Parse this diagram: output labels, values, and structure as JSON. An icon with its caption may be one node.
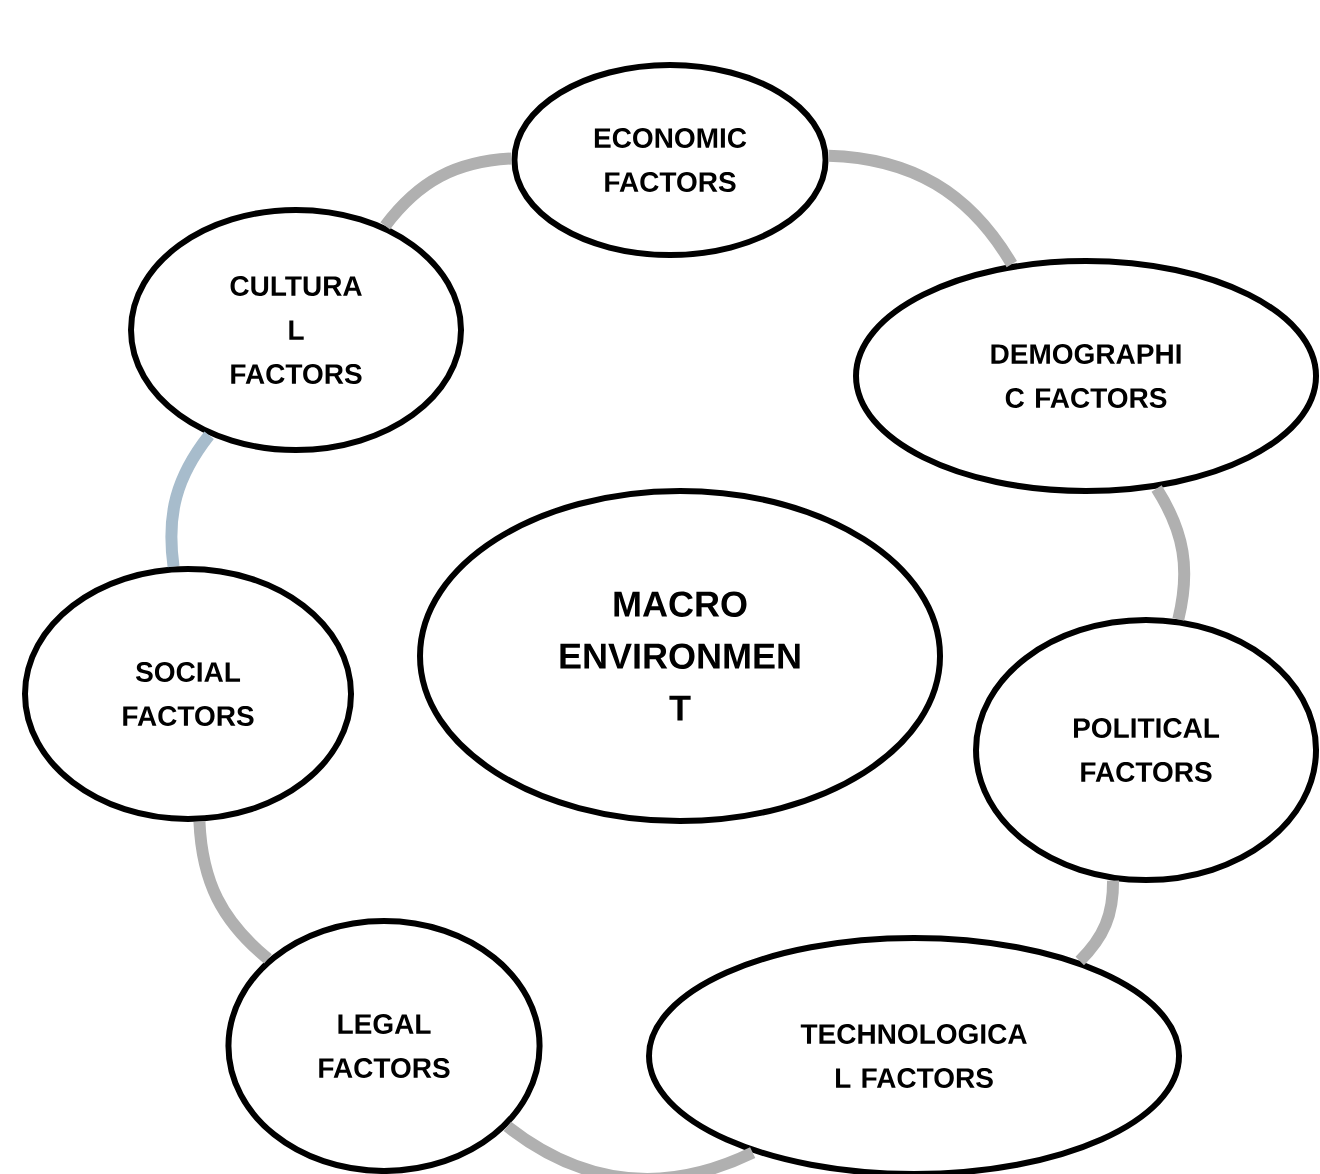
{
  "diagram": {
    "nodes": [
      {
        "text": [
          "ECONOMIC FACTORS"
        ]
      },
      {
        "text": [
          "CULTURA L FACTORS"
        ]
      },
      {
        "text": [
          "DEMOGRAPHI C FACTORS"
        ]
      },
      {
        "text": [
          "MACRO ENVIRONMEN T"
        ]
      },
      {
        "text": [
          "SOCIAL FACTORS"
        ]
      },
      {
        "text": [
          "POLITICAL FACTORS"
        ]
      },
      {
        "text": [
          "LEGAL FACTORS"
        ]
      },
      {
        "text": [
          "TECHNOLOGICA L FACTORS"
        ]
      }
    ],
    "edges": [
      {
        "from": 0,
        "to": 2,
        "arrow": "none"
      },
      {
        "from": 2,
        "to": 5,
        "arrow": "none"
      },
      {
        "from": 5,
        "to": 7,
        "arrow": "none"
      },
      {
        "from": 7,
        "to": 6,
        "arrow": "none"
      },
      {
        "from": 6,
        "to": 4,
        "arrow": "none"
      },
      {
        "from": 4,
        "to": 1,
        "arrow": "none",
        "color": "#a7bccc"
      },
      {
        "from": 1,
        "to": 0,
        "arrow": "none"
      }
    ]
  }
}
